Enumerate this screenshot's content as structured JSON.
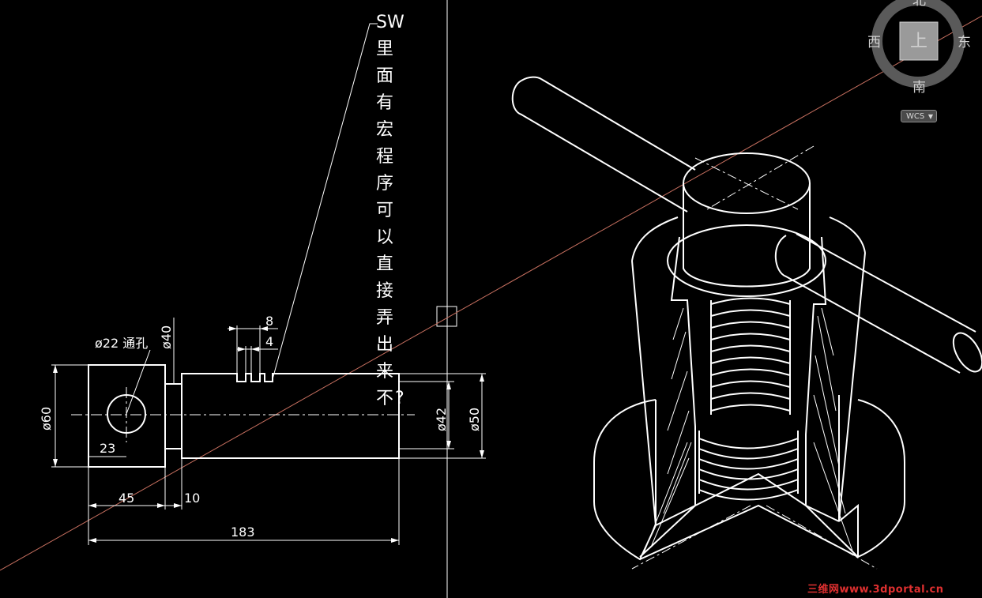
{
  "drawing": {
    "annotation_chars": [
      "SW",
      "里",
      "面",
      "有",
      "宏",
      "程",
      "序",
      "可",
      "以",
      "直",
      "接",
      "弄",
      "出",
      "来",
      "不",
      "?"
    ],
    "dimensions": {
      "hole_label": "ø22 通孔",
      "d40": "ø40",
      "d60": "ø60",
      "d42": "ø42",
      "d50": "ø50",
      "w8": "8",
      "w4": "4",
      "w23": "23",
      "w45": "45",
      "w10": "10",
      "w183": "183"
    }
  },
  "viewcube": {
    "north": "北",
    "south": "南",
    "east": "东",
    "west": "西",
    "face": "上",
    "wcs_label": "WCS",
    "wcs_caret": "▼"
  },
  "watermark": "三维网www.3dportal.cn",
  "colors": {
    "background": "#000000",
    "lines": "#ffffff",
    "construction_line": "#c87060",
    "watermark": "#e03030"
  }
}
